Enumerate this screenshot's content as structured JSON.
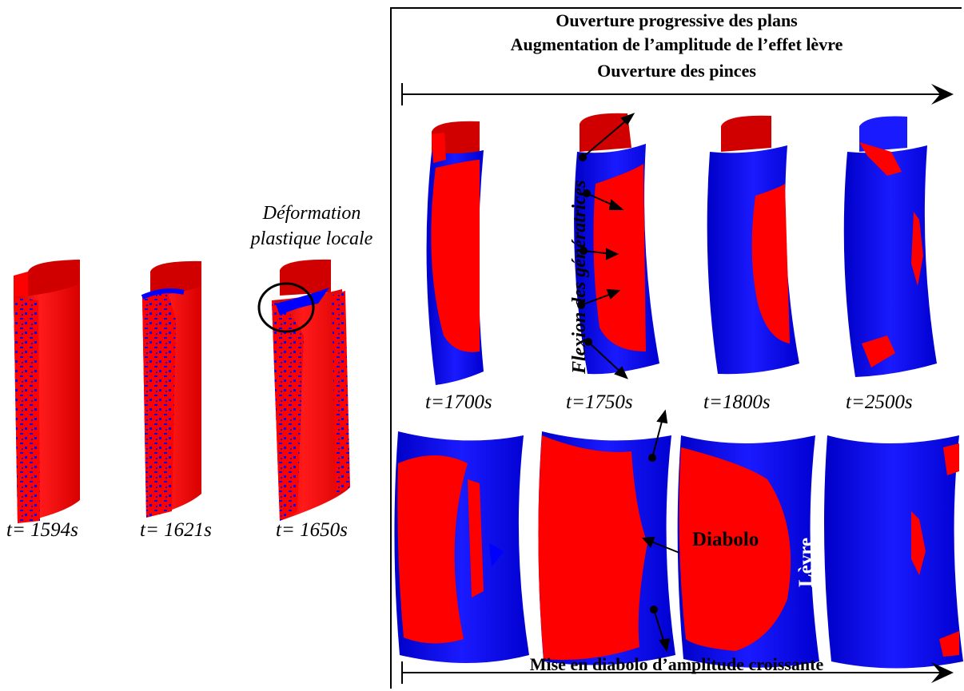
{
  "colors": {
    "red": "#ff0000",
    "blue": "#0000ff",
    "lip": "#ee0000"
  },
  "header": {
    "line1": "Ouverture progressive des plans",
    "line2": "Augmentation de l’amplitude de l’effet lèvre",
    "line3": "Ouverture des pinces"
  },
  "left_note": {
    "line1": "Déformation",
    "line2": "plastique locale"
  },
  "vertical_label": "Flexion des génératrices",
  "bottom_label": "Mise en diabolo d’amplitude croissante",
  "labels": {
    "diabolo": "Diabolo",
    "levre": "Lèvre"
  },
  "left_times": [
    "t= 1594s",
    "t= 1621s",
    "t= 1650s"
  ],
  "top_times": [
    "t=1700s",
    "t=1750s",
    "t=1800s",
    "t=2500s"
  ]
}
